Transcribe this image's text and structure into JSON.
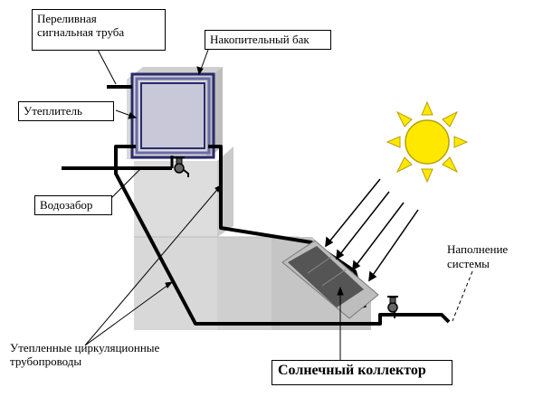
{
  "labels": {
    "overflow_pipe": "Переливная\nсигнальная труба",
    "storage_tank": "Накопительный бак",
    "insulation": "Утеплитель",
    "water_intake": "Водозабор",
    "system_fill": "Наполнение\nсистемы",
    "circulation_pipes": "Утепленные циркуляционные\nтрубопроводы",
    "solar_collector": "Солнечный коллектор"
  },
  "colors": {
    "sun_fill": "#FFE800",
    "sun_stroke": "#B8A000",
    "tank_frame": "#2A2A6E",
    "tank_inner": "#C8C8D8",
    "building_light": "#DDDDDD",
    "building_dark": "#C9C9C9",
    "collector_dark": "#555555",
    "collector_light": "#BDBDBD",
    "pipe": "#000000"
  },
  "icons": [
    "sun-icon",
    "faucet-icon"
  ]
}
